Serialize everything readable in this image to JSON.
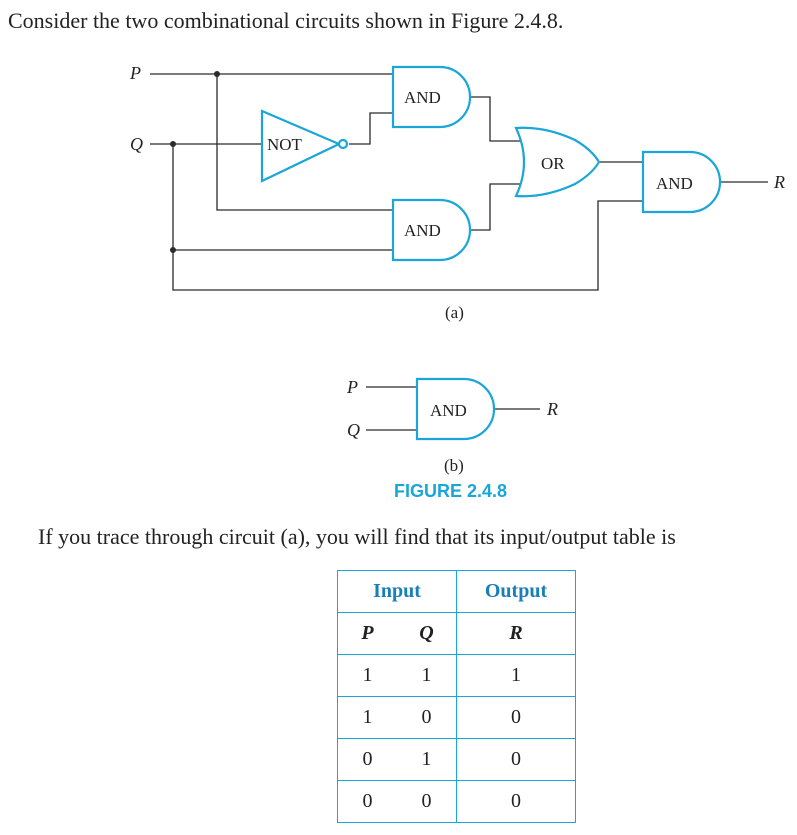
{
  "intro_text": "Consider the two combinational circuits shown in Figure 2.4.8.",
  "circuit_a": {
    "inputs": [
      "P",
      "Q"
    ],
    "output": "R",
    "gates": {
      "and_top": "AND",
      "not": "NOT",
      "and_mid": "AND",
      "or": "OR",
      "and_out": "AND"
    },
    "caption": "(a)"
  },
  "circuit_b": {
    "inputs": [
      "P",
      "Q"
    ],
    "output": "R",
    "gate": "AND",
    "caption": "(b)"
  },
  "figure_caption": "FIGURE 2.4.8",
  "trace_text": "If you trace through circuit (a), you will find that its input/output table is",
  "table": {
    "group_headers": [
      "Input",
      "Output"
    ],
    "columns": [
      "P",
      "Q",
      "R"
    ],
    "rows": [
      [
        "1",
        "1",
        "1"
      ],
      [
        "1",
        "0",
        "0"
      ],
      [
        "0",
        "1",
        "0"
      ],
      [
        "0",
        "0",
        "0"
      ]
    ]
  },
  "colors": {
    "accent": "#1aa6d8",
    "wire": "#2b2b2b"
  }
}
